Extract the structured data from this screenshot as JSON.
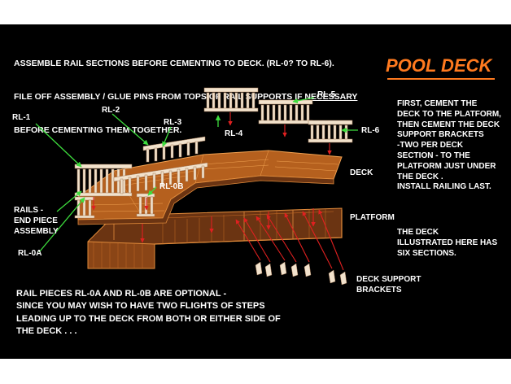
{
  "top_note": {
    "line1": "ASSEMBLE RAIL SECTIONS BEFORE CEMENTING TO DECK. (RL-0? TO RL-6).",
    "line2": "FILE OFF ASSEMBLY / GLUE PINS FROM TOPS OF RAIL SUPPORTS ",
    "line2_underlined": "IF NECESSARY",
    "line3": "BEFORE CEMENTING THEM TOGETHER."
  },
  "title": "POOL DECK",
  "labels": {
    "rl1": "RL-1",
    "rl2": "RL-2",
    "rl3": "RL-3",
    "rl4": "RL-4",
    "rl5": "RL-5",
    "rl6": "RL-6",
    "rl0b": "RL-0B",
    "rl0a": "RL-0A",
    "rails_end_piece": "RAILS -\nEND PIECE\nASSEMBLY",
    "deck": "DECK",
    "platform": "PLATFORM",
    "deck_support_brackets": "DECK SUPPORT\nBRACKETS"
  },
  "instructions": "FIRST, CEMENT THE\nDECK TO THE PLATFORM,\nTHEN CEMENT THE DECK\nSUPPORT BRACKETS\n-TWO PER DECK\nSECTION - TO THE\nPLATFORM JUST UNDER\nTHE DECK .\nINSTALL RAILING LAST.",
  "deck_note": "THE DECK\nILLUSTRATED HERE HAS\nSIX SECTIONS.",
  "bottom_note": "RAIL PIECES RL-0A AND RL-0B ARE OPTIONAL -\nSINCE YOU MAY WISH TO HAVE TWO FLIGHTS OF STEPS\nLEADING UP TO THE DECK FROM BOTH OR EITHER SIDE OF\nTHE DECK . . .",
  "colors": {
    "background": "#000000",
    "title": "#ff7a1f",
    "model": "#e08a3a",
    "model_dark": "#7a3d14",
    "rail": "#f2e2cc",
    "green_arrow": "#3ddc3d",
    "red_arrow": "#e02020",
    "text": "#ffffff"
  }
}
